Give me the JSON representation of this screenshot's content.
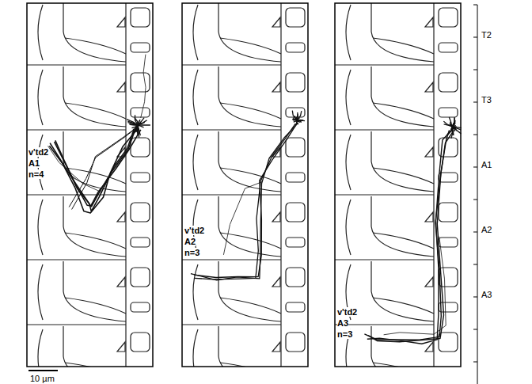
{
  "diagram": {
    "labels": [
      "v'td2",
      "A1",
      "n=4",
      "v'td2",
      "A2",
      "n=3",
      "v'td2",
      "A3",
      "n=3",
      "T2",
      "T3",
      "A1",
      "A2",
      "A3",
      "10 µm"
    ]
  }
}
